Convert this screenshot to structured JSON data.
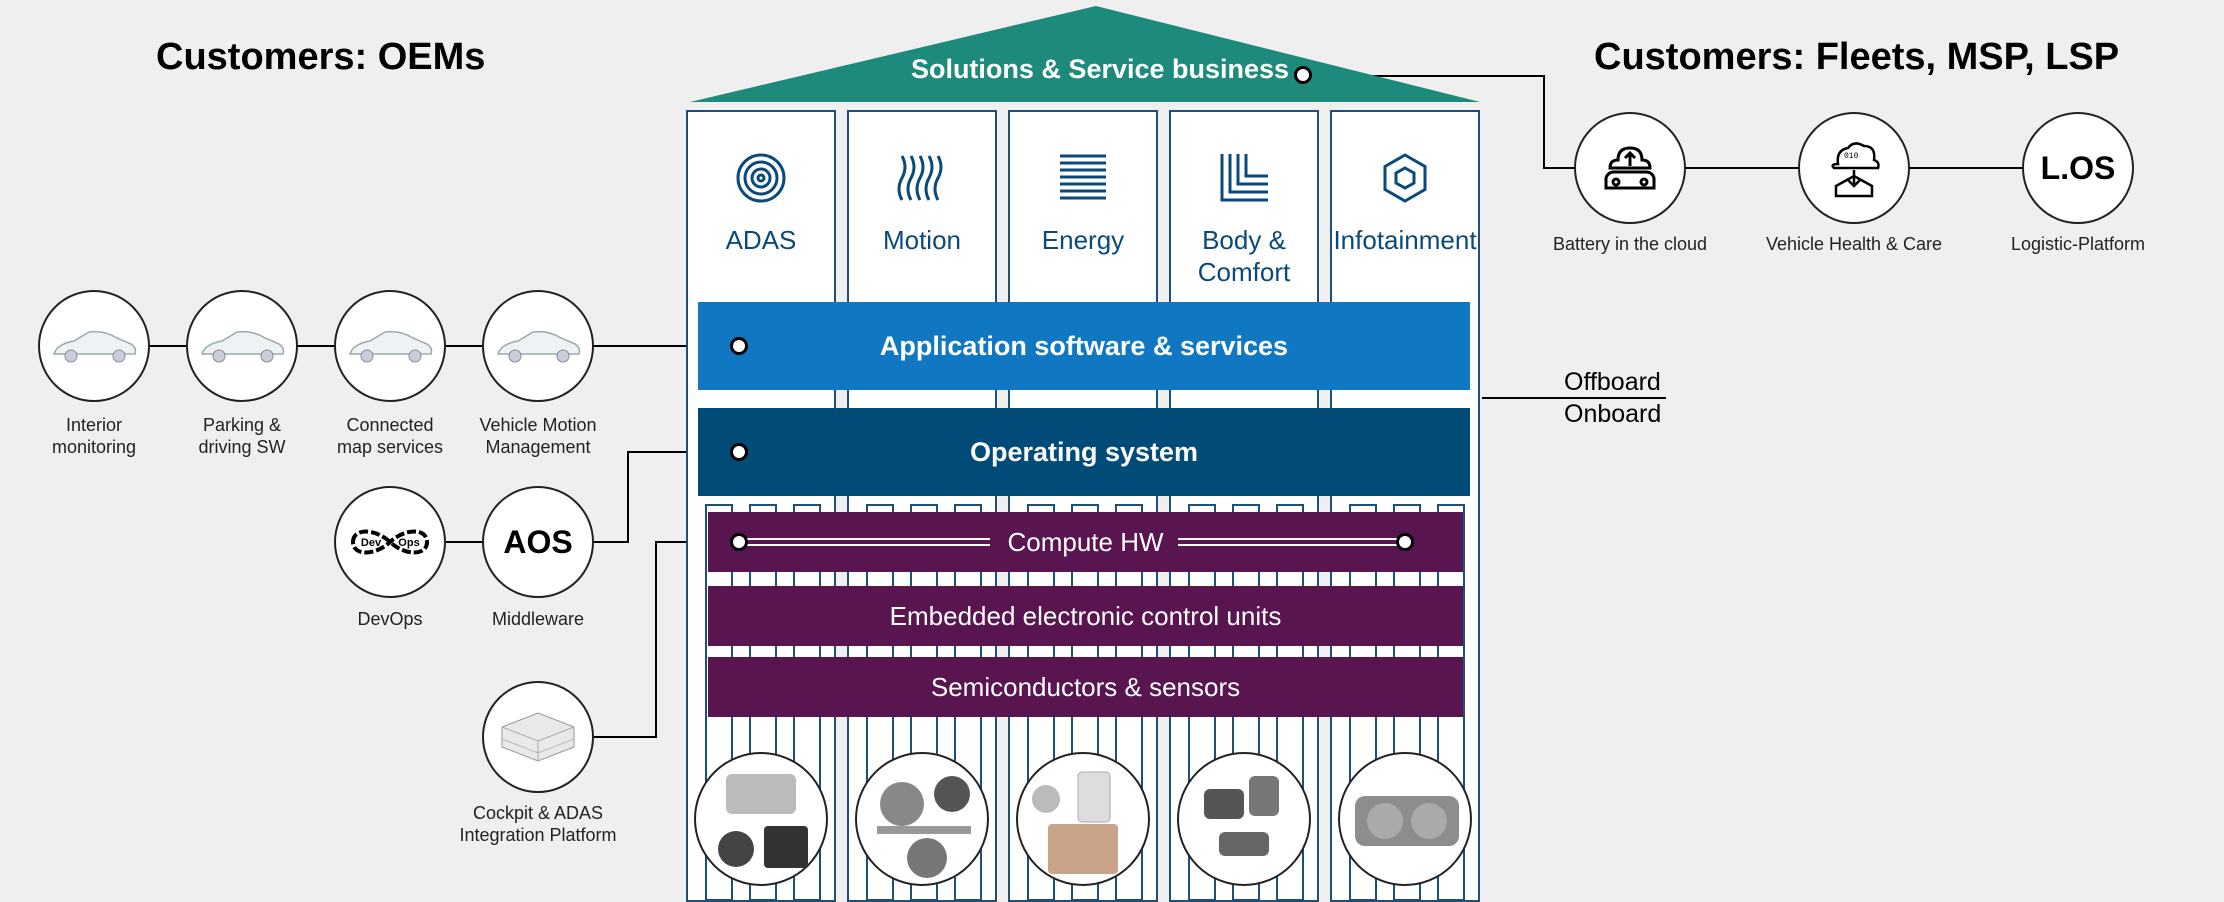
{
  "headings": {
    "left": "Customers: OEMs",
    "right": "Customers: Fleets, MSP, LSP"
  },
  "roof": {
    "label": "Solutions & Service business"
  },
  "columns": [
    {
      "label": "ADAS",
      "icon": "concentric-circles-icon"
    },
    {
      "label": "Motion",
      "icon": "wave-lines-icon"
    },
    {
      "label": "Energy",
      "icon": "stacked-lines-icon"
    },
    {
      "label": "Body &\nComfort",
      "icon": "nested-corners-icon"
    },
    {
      "label": "Infotainment",
      "icon": "hexagon-icon"
    }
  ],
  "layers": {
    "application": "Application software & services",
    "os": "Operating system",
    "compute": "Compute HW",
    "ecu": "Embedded electronic control units",
    "semis": "Semiconductors & sensors"
  },
  "board": {
    "offboard": "Offboard",
    "onboard": "Onboard"
  },
  "oem_services": [
    {
      "label": "Interior\nmonitoring",
      "icon": "car-icon"
    },
    {
      "label": "Parking &\ndriving SW",
      "icon": "car-icon"
    },
    {
      "label": "Connected\nmap services",
      "icon": "car-icon"
    },
    {
      "label": "Vehicle Motion\nManagement",
      "icon": "car-icon"
    }
  ],
  "middleware": [
    {
      "label": "DevOps",
      "icon": "devops-icon"
    },
    {
      "label": "Middleware",
      "icon_text": "AOS"
    }
  ],
  "platform": {
    "label": "Cockpit & ADAS\nIntegration Platform",
    "icon": "hardware-box-icon"
  },
  "fleet_services": [
    {
      "label": "Battery in the cloud",
      "icon": "car-cloud-icon"
    },
    {
      "label": "Vehicle Health & Care",
      "icon": "cloud-data-icon"
    },
    {
      "label": "Logistic-Platform",
      "icon_text": "L.OS"
    }
  ],
  "colors": {
    "roof": "#1d8a7c",
    "application": "#1078c2",
    "os": "#004b78",
    "hardware": "#581550",
    "column_border": "#1e4f78",
    "column_text": "#0a4a7a"
  }
}
